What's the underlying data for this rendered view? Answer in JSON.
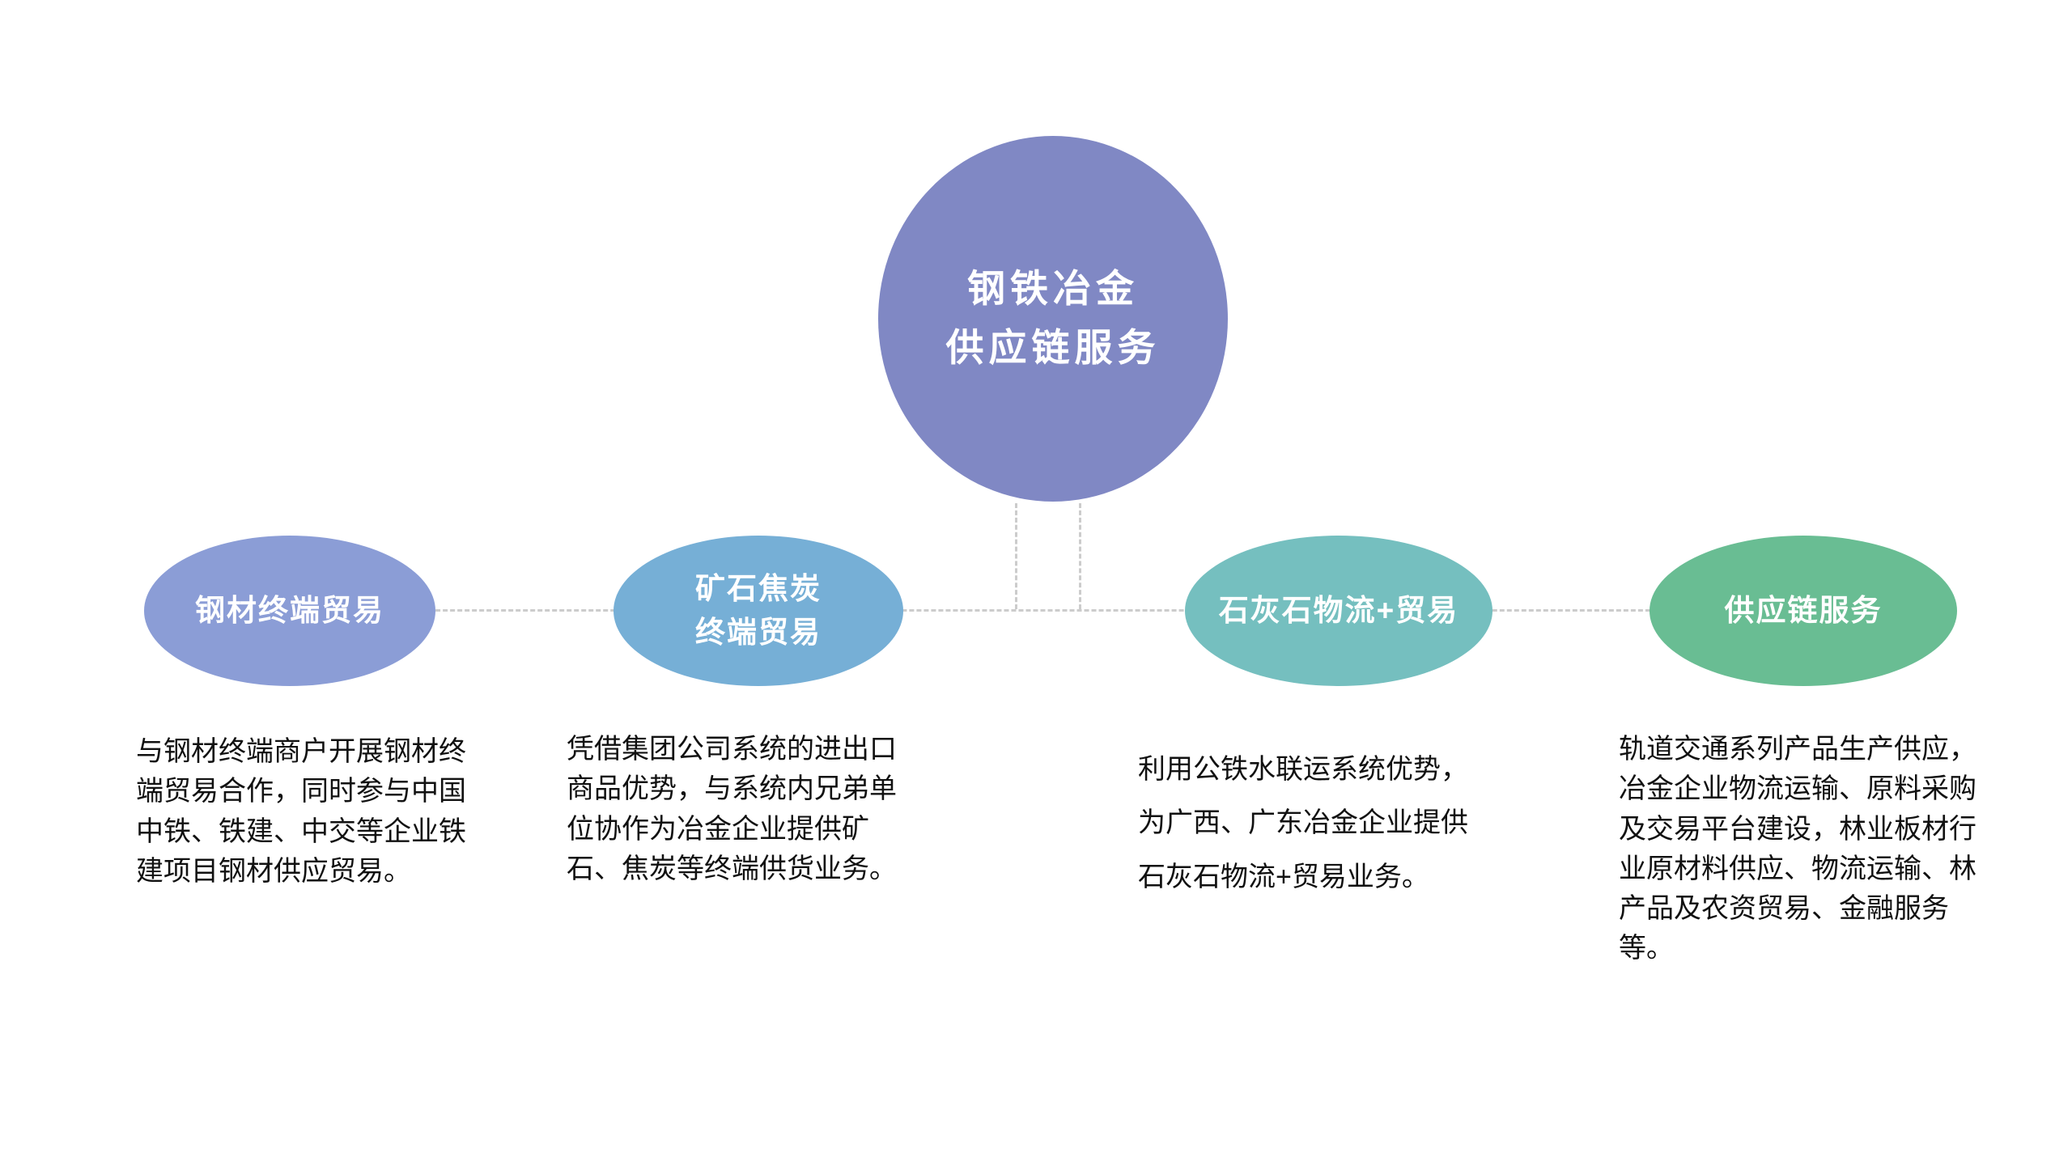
{
  "root": {
    "title": "钢铁冶金\n供应链服务",
    "color": "#8088C4"
  },
  "branches": [
    {
      "label": "钢材终端贸易",
      "color": "#8B9DD6",
      "description": "与钢材终端商户开展钢材终端贸易合作，同时参与中国中铁、铁建、中交等企业铁建项目钢材供应贸易。"
    },
    {
      "label": "矿石焦炭\n终端贸易",
      "color": "#76AFD6",
      "description": "凭借集团公司系统的进出口商品优势，与系统内兄弟单位协作为冶金企业提供矿石、焦炭等终端供货业务。"
    },
    {
      "label": "石灰石物流+贸易",
      "color": "#75BFBF",
      "description": "利用公铁水联运系统优势，为广西、广东冶金企业提供石灰石物流+贸易业务。"
    },
    {
      "label": "供应链服务",
      "color": "#69BD93",
      "description": "轨道交通系列产品生产供应，冶金企业物流运输、原料采购及交易平台建设，林业板材行业原材料供应、物流运输、林产品及农资贸易、金融服务等。"
    }
  ],
  "connector_color": "#CCCCCC"
}
